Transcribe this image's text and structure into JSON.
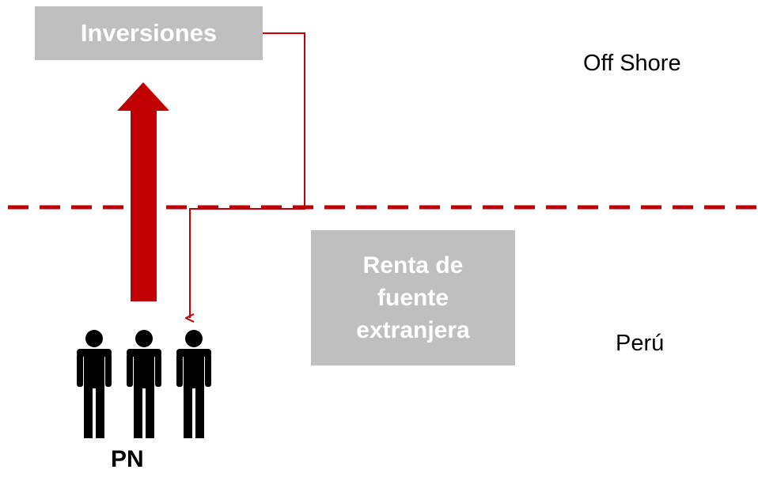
{
  "boxes": {
    "investments": "Inversiones",
    "foreign_income_lines": [
      "Renta de",
      "fuente",
      "extranjera"
    ]
  },
  "regions": {
    "offshore": "Off Shore",
    "domestic": "Perú"
  },
  "people_label": "PN",
  "icons": {
    "up_arrow": "thick-up-arrow-icon",
    "people": "people-group-icon"
  },
  "colors": {
    "accent": "#c00000",
    "box_fill": "#bfbfbf",
    "box_text": "#ffffff",
    "label_text": "#000000"
  }
}
